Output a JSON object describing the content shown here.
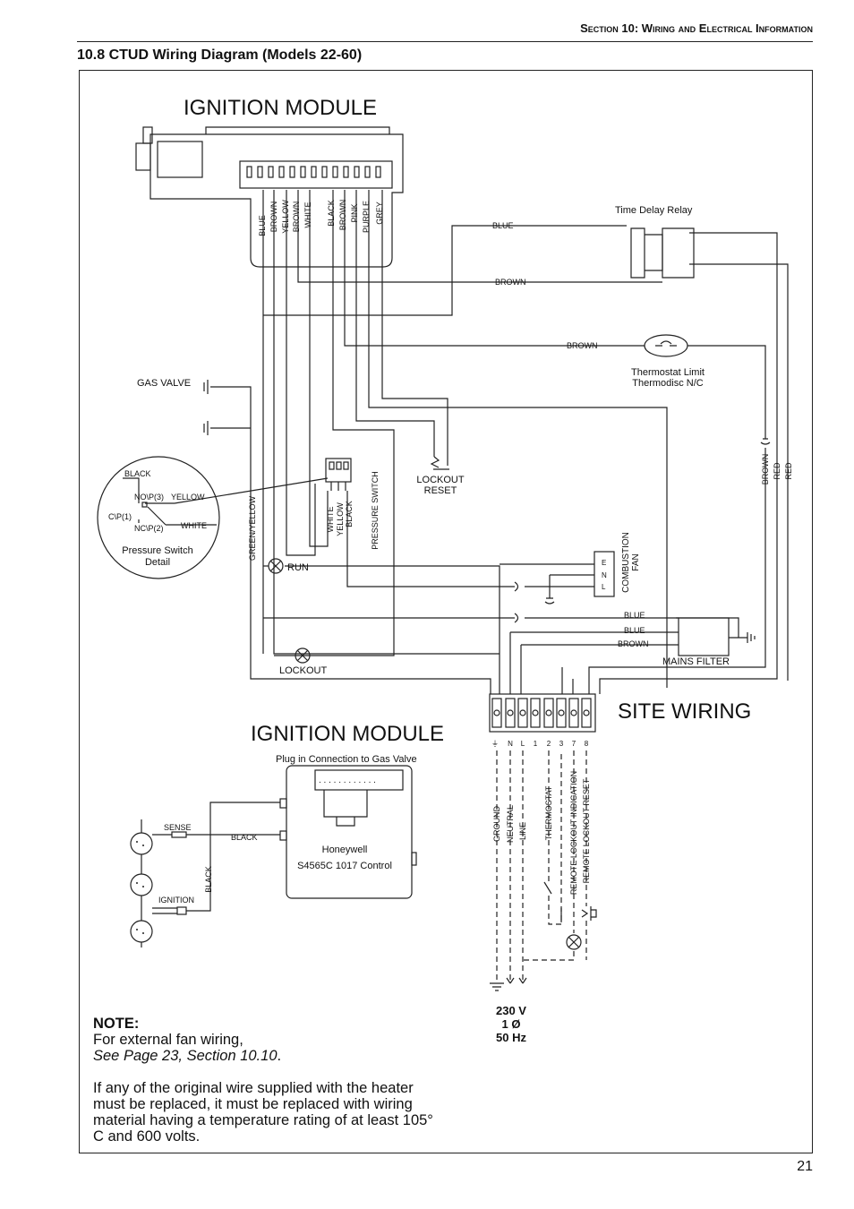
{
  "header": {
    "section_prefix": "Section 10:",
    "section_title": "Wiring and Electrical Information"
  },
  "section_title": "10.8 CTUD Wiring Diagram (Models 22-60)",
  "diagram": {
    "module_title": "IGNITION MODULE",
    "module_wire_labels": [
      "BLUE",
      "BROWN",
      "YELLOW",
      "BROWN",
      "WHITE",
      "BLACK",
      "BROWN",
      "PINK",
      "PURPLE",
      "GREY"
    ],
    "time_delay_relay": "Time Delay Relay",
    "wire_blue": "BLUE",
    "wire_brown": "BROWN",
    "wire_brown_2": "BROWN",
    "thermostat_limit": [
      "Thermostat Limit",
      "Thermodisc N/C"
    ],
    "gas_valve": "GAS VALVE",
    "pressure_switch_detail": {
      "black": "BLACK",
      "no": "NO\\P(3)",
      "yellow": "YELLOW",
      "cp": "C\\P(1)",
      "nc": "NC\\P(2)",
      "white": "WHITE",
      "caption": [
        "Pressure Switch",
        "Detail"
      ]
    },
    "green_yellow": "GREEN/YELLOW",
    "ps_wires": [
      "WHITE",
      "YELLOW",
      "BLACK"
    ],
    "pressure_switch": "PRESSURE SWITCH",
    "lockout_reset": [
      "LOCKOUT",
      "RESET"
    ],
    "combustion_fan": [
      "COMBUSTION",
      "FAN"
    ],
    "fan_terminals": [
      "E",
      "N",
      "L"
    ],
    "right_wires": [
      "BROWN",
      "RED",
      "RED"
    ],
    "run": "RUN",
    "lockout": "LOCKOUT",
    "filter_wires": [
      "BLUE",
      "BLUE",
      "BROWN"
    ],
    "mains_filter": "MAINS FILTER",
    "site_wiring": "SITE WIRING",
    "module_title_2": "IGNITION MODULE",
    "terminal_labels": [
      "⏚",
      "N",
      "L",
      "1",
      "2",
      "3",
      "7",
      "8"
    ],
    "site_labels": [
      "GROUND",
      "NEUTRAL",
      "LINE",
      "THERMOSTAT",
      "REMOTE LOCKOUT INDICATION",
      "REMOTE LOCKOUT RESET"
    ],
    "plug_in": "Plug in Connection to Gas Valve",
    "plug_dots": ". . . . . . . . . . . .",
    "honeywell": [
      "Honeywell",
      "S4565C 1017 Control"
    ],
    "sense": "SENSE",
    "black_1": "BLACK",
    "black_2": "BLACK",
    "ignition": "IGNITION",
    "supply": [
      "230 V",
      "1 Ø",
      "50 Hz"
    ]
  },
  "note": {
    "heading": "NOTE:",
    "line1": "For external fan wiring,",
    "ref": "See Page 23, Section 10.10",
    "ref_end": ".",
    "paragraph": "If any of the original wire supplied with the heater must be replaced, it must be replaced with wiring material having a temperature rating of at least 105° C and 600 volts."
  },
  "page_number": "21"
}
